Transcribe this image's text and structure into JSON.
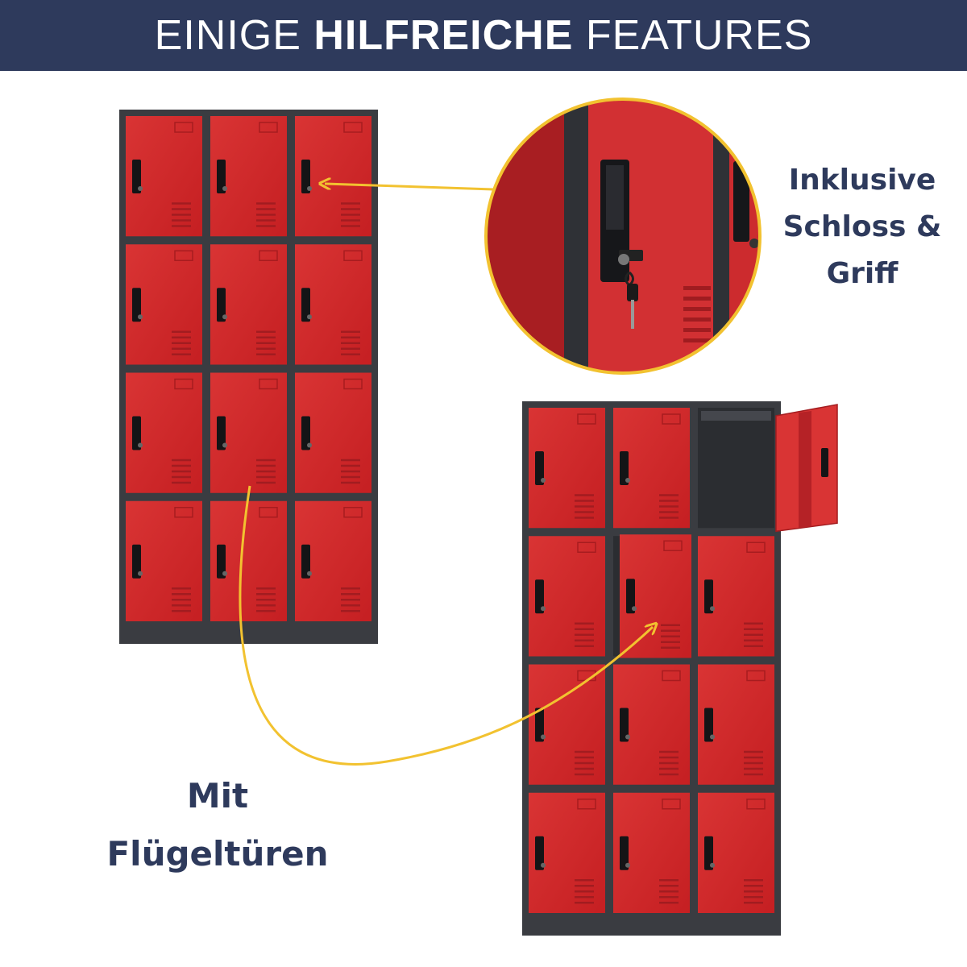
{
  "banner": {
    "prefix": "EINIGE",
    "emphasis": "HILFREICHE",
    "suffix": "FEATURES",
    "background": "#2e3a5c"
  },
  "callouts": {
    "lock": {
      "lines": [
        "Inklusive",
        "Schloss &",
        "Griff"
      ]
    },
    "doors": {
      "lines": [
        "Mit",
        "Flügeltüren"
      ]
    }
  },
  "colors": {
    "text": "#2e3a5c",
    "door_red": "#d42a2a",
    "frame": "#3a3c41",
    "arrow": "#f2c230"
  }
}
